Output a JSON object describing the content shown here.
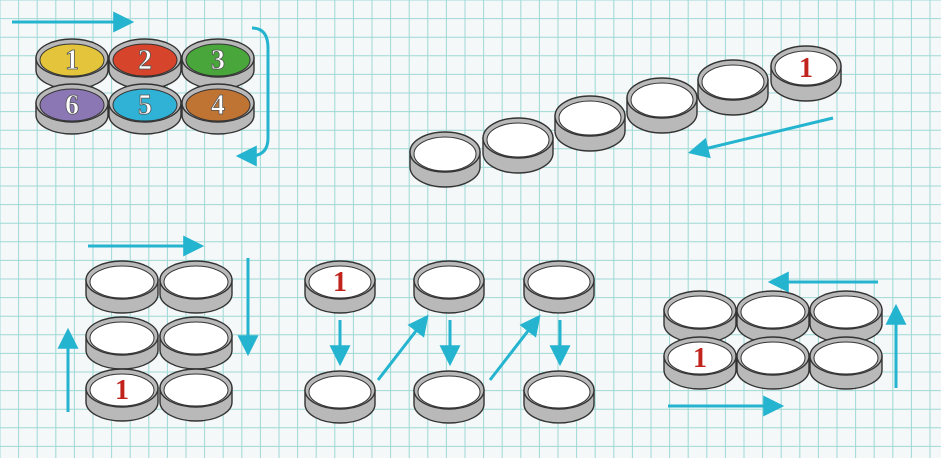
{
  "colors": {
    "grid": "#9fd9d6",
    "paper": "#f4f8f8",
    "arrow": "#25b4cf",
    "rim_fill": "#b9b9b9",
    "rim_stroke": "#333333",
    "plain_top": "#ffffff",
    "red_number": "#c0241c",
    "white_number": "#ffffff"
  },
  "legend_group": {
    "cups": [
      {
        "label": "1",
        "color": "#e3c43a"
      },
      {
        "label": "2",
        "color": "#d6452b"
      },
      {
        "label": "3",
        "color": "#49a63b"
      },
      {
        "label": "6",
        "color": "#8c77b5"
      },
      {
        "label": "5",
        "color": "#2fb2d6"
      },
      {
        "label": "4",
        "color": "#c07434"
      }
    ]
  },
  "diagonal_group": {
    "start_label": "1",
    "cup_count": 6
  },
  "grid_group": {
    "start_label": "1",
    "cup_count": 6
  },
  "zigzag_group": {
    "start_label": "1",
    "cup_count": 6
  },
  "right_group": {
    "start_label": "1",
    "cup_count": 6
  }
}
